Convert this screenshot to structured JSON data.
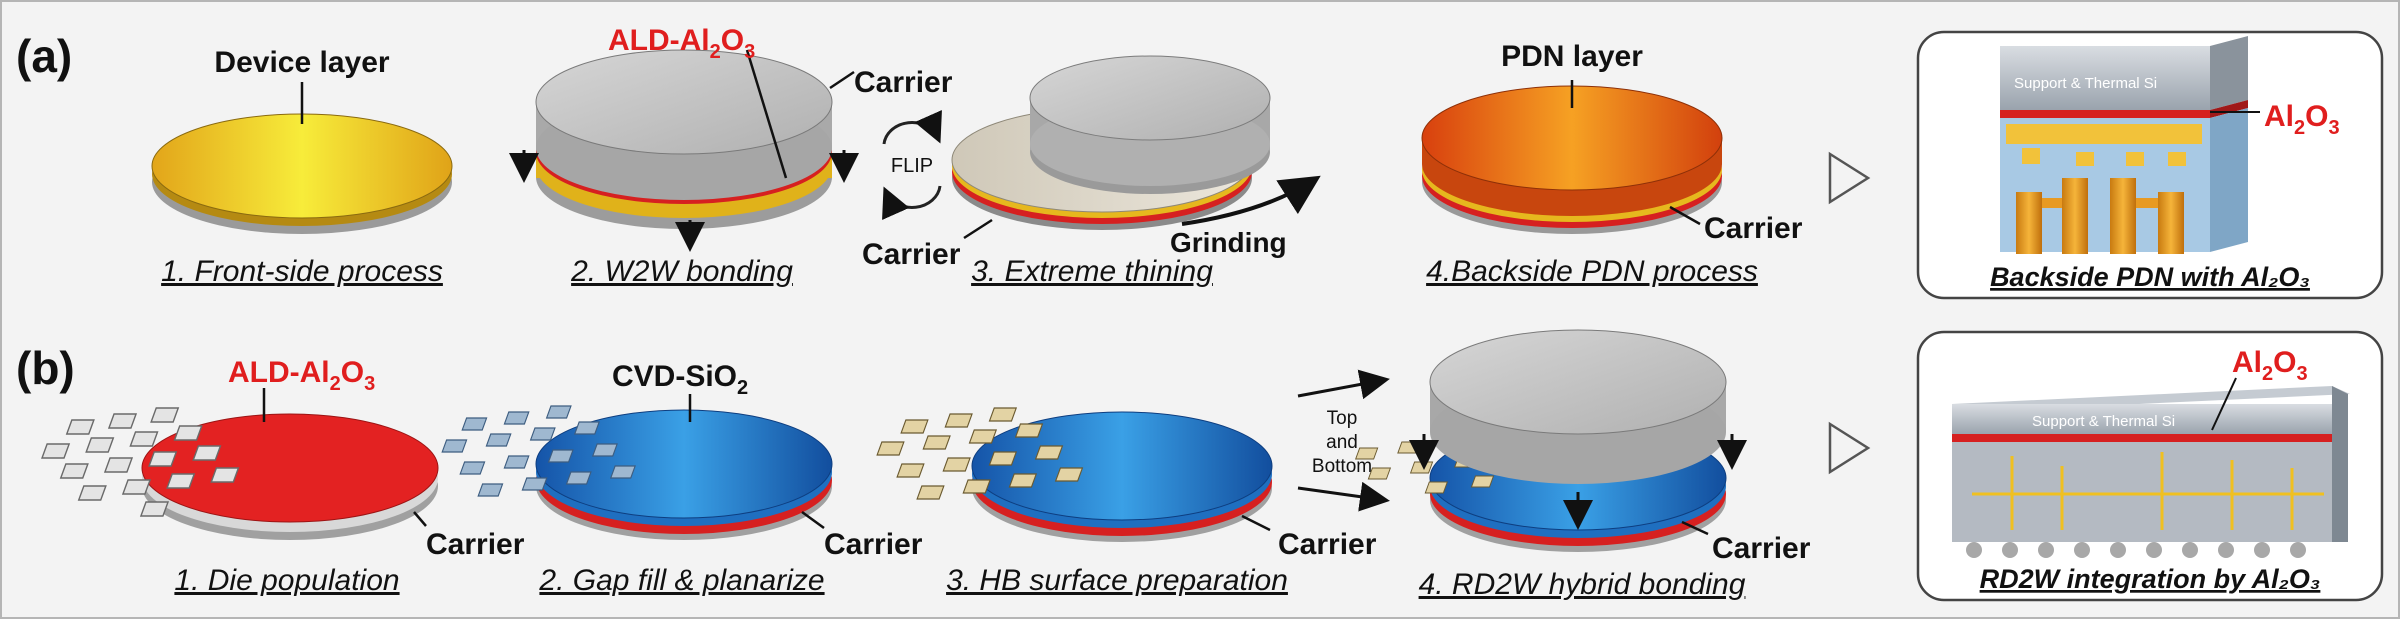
{
  "panel_a": {
    "tag": "(a)",
    "steps": [
      {
        "caption": "1. Front-side process",
        "label": "Device layer"
      },
      {
        "caption": "2. W2W bonding",
        "label_main": "ALD-Al",
        "label_sub": "2",
        "label_mid": "O",
        "label_sub2": "3",
        "carrier": "Carrier"
      },
      {
        "caption": "3. Extreme thining",
        "carrier": "Carrier",
        "grinding": "Grinding",
        "flip": "FLIP"
      },
      {
        "caption": "4.Backside PDN process",
        "label": "PDN layer",
        "carrier": "Carrier"
      }
    ],
    "result": {
      "title": "Backside PDN with Al₂O₃",
      "inner_text": "Support & Thermal Si",
      "callout_main": "Al",
      "callout_sub": "2",
      "callout_mid": "O",
      "callout_sub2": "3"
    }
  },
  "panel_b": {
    "tag": "(b)",
    "steps": [
      {
        "caption": "1. Die population",
        "label_main": "ALD-Al",
        "label_sub": "2",
        "label_mid": "O",
        "label_sub2": "3",
        "carrier": "Carrier"
      },
      {
        "caption": "2. Gap fill & planarize",
        "label_main": "CVD-SiO",
        "label_sub": "2",
        "carrier": "Carrier"
      },
      {
        "caption": "3. HB surface preparation",
        "carrier": "Carrier",
        "tb_top": "Top",
        "tb_and": "and",
        "tb_bottom": "Bottom"
      },
      {
        "caption": "4. RD2W hybrid bonding",
        "carrier": "Carrier"
      }
    ],
    "result": {
      "title": "RD2W integration by Al₂O₃",
      "inner_text": "Support & Thermal Si",
      "callout_main": "Al",
      "callout_sub": "2",
      "callout_mid": "O",
      "callout_sub2": "3"
    }
  },
  "colors": {
    "red_text": "#e01e1e",
    "device_yellow": "#f0c21c",
    "pdn_orange": "#e8730f",
    "die_red": "#e32222",
    "wafer_blue": "#1f6fc0",
    "carrier_gray": "#c8c8c8"
  }
}
